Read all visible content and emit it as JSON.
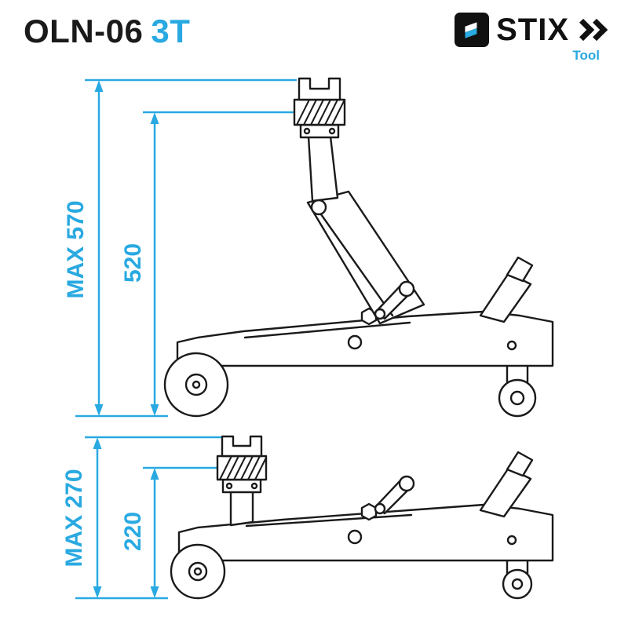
{
  "header": {
    "model": "OLN-06",
    "capacity": "3T"
  },
  "logo": {
    "brand": "STIX",
    "tagline": "Tool"
  },
  "dimensions": {
    "raised": {
      "overall": "MAX 570",
      "saddle": "520"
    },
    "lowered": {
      "overall": "MAX 270",
      "saddle": "220"
    }
  },
  "colors": {
    "accent": "#29a9e1",
    "ink": "#1a1a1a",
    "background": "#ffffff"
  }
}
